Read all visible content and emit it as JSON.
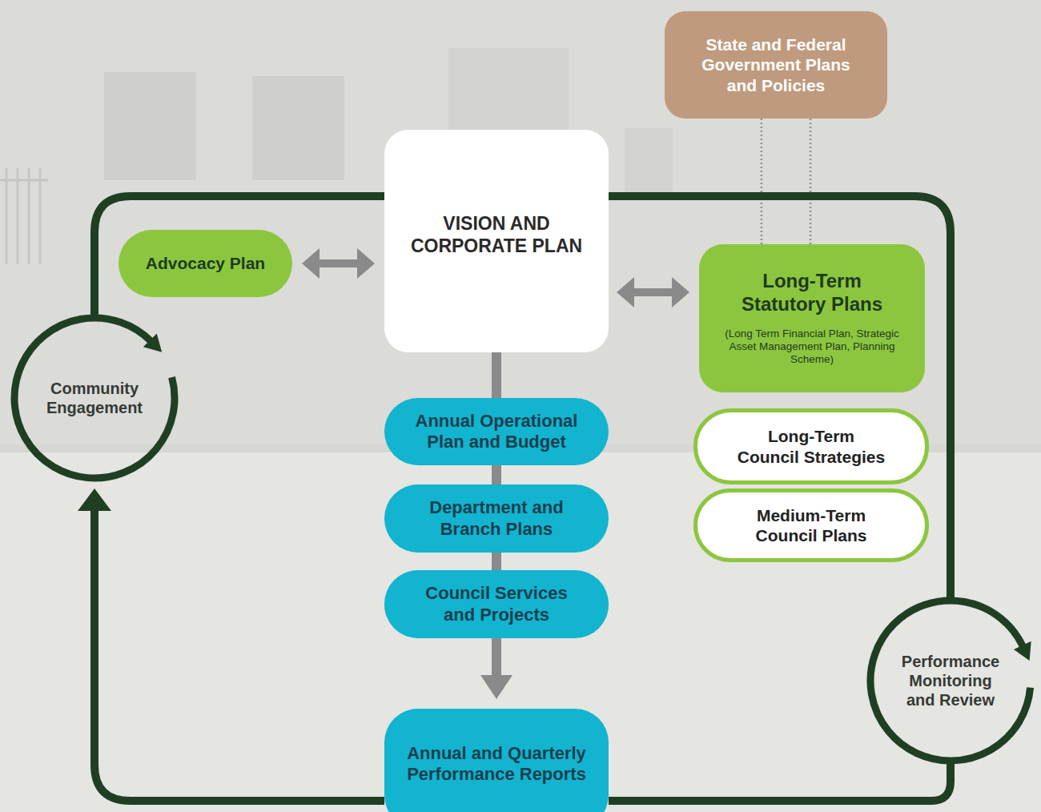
{
  "diagram": {
    "nodes": [
      {
        "text": [
          "State and Federal Government Plans and Policies"
        ]
      },
      {
        "text": [
          "Advocacy Plan"
        ]
      },
      {
        "text": [
          "VISION AND CORPORATE PLAN"
        ]
      },
      {
        "text": [
          "Long-Term Statutory Plans",
          "(Long Term Financial Plan, Strategic Asset Management Plan, Planning Scheme)"
        ]
      },
      {
        "text": [
          "Community Engagement"
        ]
      },
      {
        "text": [
          "Annual Operational Plan and Budget"
        ]
      },
      {
        "text": [
          "Long-Term Council Strategies"
        ]
      },
      {
        "text": [
          "Department and Branch Plans"
        ]
      },
      {
        "text": [
          "Medium-Term Council Plans"
        ]
      },
      {
        "text": [
          "Council Services and Projects"
        ]
      },
      {
        "text": [
          "Performance Monitoring and Review"
        ]
      },
      {
        "text": [
          "Annual and Quarterly Performance Reports"
        ]
      }
    ],
    "edges": [
      {
        "from": 1,
        "to": 2,
        "arrow": "both"
      },
      {
        "from": 2,
        "to": 3,
        "arrow": "both"
      },
      {
        "from": 0,
        "to": 3,
        "arrow": "none"
      },
      {
        "from": 2,
        "to": 5,
        "arrow": "none"
      },
      {
        "from": 5,
        "to": 7,
        "arrow": "none"
      },
      {
        "from": 7,
        "to": 9,
        "arrow": "none"
      },
      {
        "from": 9,
        "to": 11,
        "arrow": "to"
      },
      {
        "from": 4,
        "to": 10,
        "arrow": "none"
      },
      {
        "from": 11,
        "to": 10,
        "arrow": "none"
      },
      {
        "from": 11,
        "to": 4,
        "arrow": "to"
      }
    ]
  }
}
